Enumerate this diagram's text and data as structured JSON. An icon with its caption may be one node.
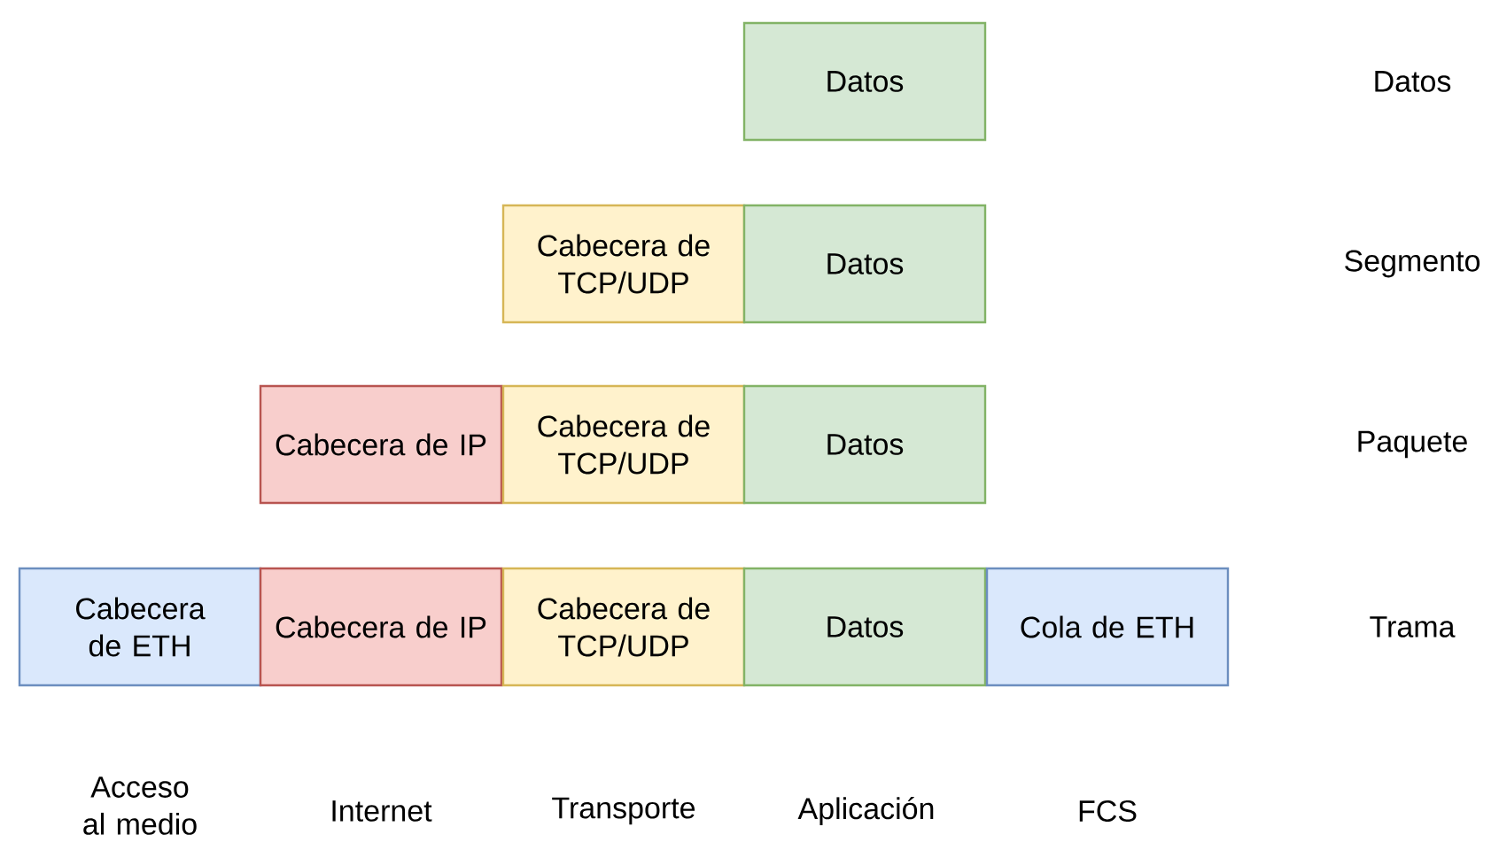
{
  "diagram": {
    "nodes": [
      {
        "text": [
          "Datos"
        ]
      },
      {
        "text": [
          "Cabecera de TCP/UDP"
        ]
      },
      {
        "text": [
          "Datos"
        ]
      },
      {
        "text": [
          "Cabecera de IP"
        ]
      },
      {
        "text": [
          "Cabecera de TCP/UDP"
        ]
      },
      {
        "text": [
          "Datos"
        ]
      },
      {
        "text": [
          "Cabecera de ETH"
        ]
      },
      {
        "text": [
          "Cabecera de IP"
        ]
      },
      {
        "text": [
          "Cabecera de TCP/UDP"
        ]
      },
      {
        "text": [
          "Datos"
        ]
      },
      {
        "text": [
          "Cola de ETH"
        ]
      }
    ],
    "labels": [
      "Datos",
      "Segmento",
      "Paquete",
      "Trama",
      "Acceso al medio",
      "Internet",
      "Transporte",
      "Aplicación",
      "FCS"
    ]
  }
}
